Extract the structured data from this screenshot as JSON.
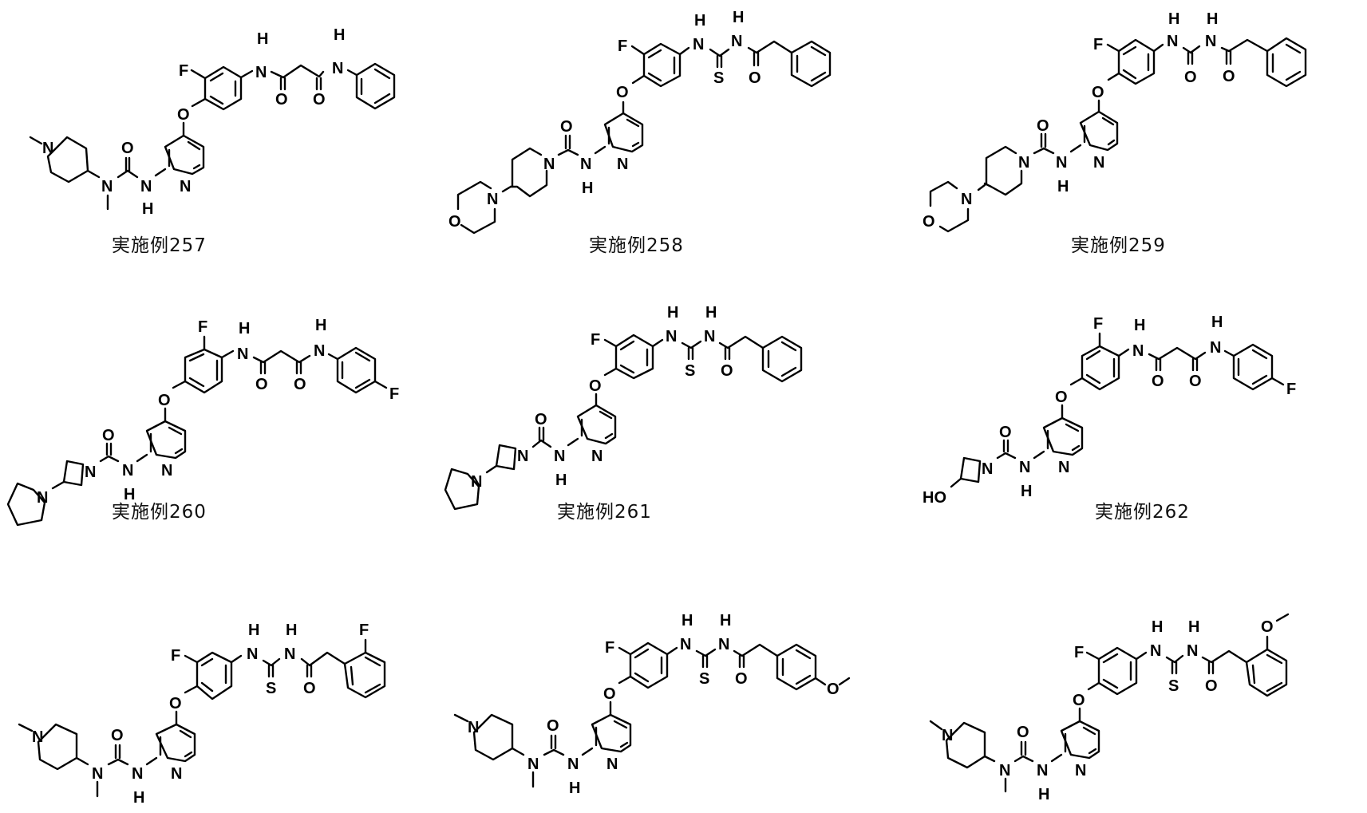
{
  "page": {
    "type": "patent-figure-page",
    "layout": "3x3 grid of chemical structures"
  },
  "compounds": [
    {
      "id": "257",
      "caption": "実施例257",
      "linker": "malonamide",
      "terminal_aryl": "phenyl",
      "amine": "N-methyl-N-(1-methylpiperidin-4-yl)",
      "f_position": "meta-to-NH"
    },
    {
      "id": "258",
      "caption": "実施例258",
      "linker": "acylthiourea",
      "terminal_aryl": "phenyl",
      "amine": "4-morpholinopiperidin-1-yl",
      "f_position": "meta-to-NH"
    },
    {
      "id": "259",
      "caption": "実施例259",
      "linker": "acylurea",
      "terminal_aryl": "phenyl",
      "amine": "4-morpholinopiperidin-1-yl",
      "f_position": "meta-to-NH"
    },
    {
      "id": "260",
      "caption": "実施例260",
      "linker": "malonamide",
      "terminal_aryl": "4-fluorophenyl",
      "amine": "3-(pyrrolidin-1-yl)azetidin-1-yl",
      "f_position": "ortho-to-NH"
    },
    {
      "id": "261",
      "caption": "実施例261",
      "linker": "acylthiourea",
      "terminal_aryl": "phenyl",
      "amine": "3-(pyrrolidin-1-yl)azetidin-1-yl",
      "f_position": "meta-to-NH"
    },
    {
      "id": "262",
      "caption": "実施例262",
      "linker": "malonamide",
      "terminal_aryl": "4-fluorophenyl",
      "amine": "3-hydroxyazetidin-1-yl",
      "f_position": "ortho-to-NH"
    },
    {
      "id": "263",
      "caption": "",
      "linker": "acylthiourea",
      "terminal_aryl": "2-fluorophenyl",
      "amine": "N-methyl-N-(1-methylpiperidin-4-yl)",
      "f_position": "meta-to-NH"
    },
    {
      "id": "264",
      "caption": "",
      "linker": "acylthiourea",
      "terminal_aryl": "4-methoxyphenyl",
      "amine": "N-methyl-N-(1-methylpiperidin-4-yl)",
      "f_position": "meta-to-NH"
    },
    {
      "id": "265",
      "caption": "",
      "linker": "acylthiourea",
      "terminal_aryl": "2-methoxyphenyl",
      "amine": "N-methyl-N-(1-methylpiperidin-4-yl)",
      "f_position": "meta-to-NH"
    }
  ],
  "atoms": {
    "N": "N",
    "H": "H",
    "O": "O",
    "F": "F",
    "S": "S",
    "HO": "HO"
  }
}
